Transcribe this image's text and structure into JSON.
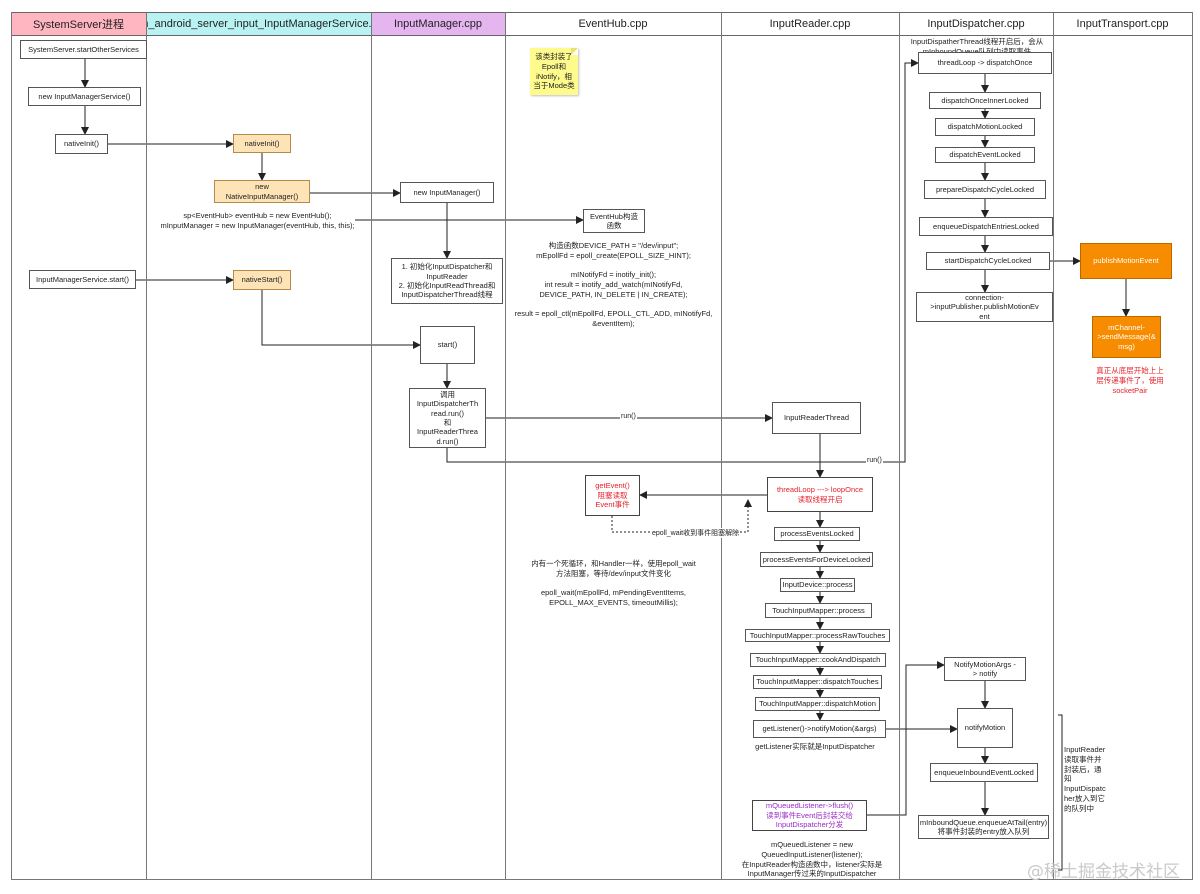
{
  "lanes": [
    {
      "title": "SystemServer进程",
      "color": "#ffb6c1"
    },
    {
      "title": "com_android_server_input_InputManagerService.cpp",
      "color": "#b9f2f2"
    },
    {
      "title": "InputManager.cpp",
      "color": "#e5b5f0"
    },
    {
      "title": "EventHub.cpp",
      "color": "#ffffff"
    },
    {
      "title": "InputReader.cpp",
      "color": "#ffffff"
    },
    {
      "title": "InputDispatcher.cpp",
      "color": "#ffffff"
    },
    {
      "title": "InputTransport.cpp",
      "color": "#ffffff"
    }
  ],
  "boxes": {
    "start_other_services": "SystemServer.startOtherServices",
    "new_ims": "new InputManagerService()",
    "native_init_call": "nativeInit()",
    "ims_start": "InputManagerService.start()",
    "native_init": "nativeInit()",
    "new_native_im": "new NativeInputManager()",
    "native_start": "nativeStart()",
    "new_input_manager": "new InputManager()",
    "init_steps": "1. 初始化InputDispatcher和\nInputReader\n2. 初始化InputReadThread和\nInputDispatcherThread线程",
    "start": "start()",
    "run_threads": "调用\nInputDispatcherTh\nread.run()\n和\nInputReaderThrea\nd.run()",
    "eventhub_ctor": "EventHub构造\n函数",
    "get_event": "getEvent()\n阻塞读取\nEvent事件",
    "reader_thread": "InputReaderThread",
    "thread_loop_reader": "threadLoop ---> loopOnce\n读取线程开启",
    "process_events_locked": "processEventsLocked",
    "process_events_for_device": "processEventsForDeviceLocked",
    "input_device_process": "InputDevice::process",
    "touch_process": "TouchInputMapper::process",
    "touch_raw": "TouchInputMapper::processRawTouches",
    "touch_cook": "TouchInputMapper::cookAndDispatch",
    "touch_dispatch": "TouchInputMapper::dispatchTouches",
    "touch_motion": "TouchInputMapper::dispatchMotion",
    "get_listener": "getListener()->notifyMotion(&args)",
    "queued_flush": "mQueuedListener->flush()\n读到事件Event后封装交给\nInputDispatcher分发",
    "thread_loop_dispatch": "threadLoop  -> dispatchOnce",
    "dispatch_once_inner": "dispatchOnceInnerLocked",
    "dispatch_motion_locked": "dispatchMotionLocked",
    "dispatch_event_locked": "dispatchEventLocked",
    "prepare_cycle": "prepareDispatchCycleLocked",
    "enqueue_entries": "enqueueDispatchEntriesLocked",
    "start_cycle": "startDispatchCycleLocked",
    "connection_publish": "connection-\n>inputPublisher.publishMotionEv\nent",
    "notify_motion_args": "NotifyMotionArgs -\n> notify",
    "notify_motion": "notifyMotion",
    "enqueue_inbound": "enqueueInboundEventLocked",
    "enqueue_at_tail": "mInboundQueue.enqueueAtTail(entry)\n将事件封装的entry放入队列",
    "publish_motion": "publishMotionEvent",
    "send_message": "mChannel-\n>sendMessage(&\nmsg)"
  },
  "notes": {
    "sticky": "该类封装了\nEpoll和\niNotify，相\n当于Mode类",
    "sp_eventhub": "sp<EventHub> eventHub = new EventHub();\nmInputManager = new InputManager(eventHub, this, this);",
    "eventhub_impl": "构造函数DEVICE_PATH = \"/dev/input\";\nmEpollFd = epoll_create(EPOLL_SIZE_HINT);\n\nmINotifyFd = inotify_init();\nint result = inotify_add_watch(mINotifyFd,\nDEVICE_PATH, IN_DELETE | IN_CREATE);\n\nresult = epoll_ctl(mEpollFd, EPOLL_CTL_ADD, mINotifyFd,\n&eventItem);",
    "epoll_loop": "内有一个死循环，和Handler一样，使用epoll_wait\n方法阻塞，等待/dev/input文件变化\n\nepoll_wait(mEpollFd, mPendingEventItems,\nEPOLL_MAX_EVENTS, timeoutMillis);",
    "get_listener_note": "getListener实际就是InputDispatcher",
    "queued_listener_note": "mQueuedListener = new\nQueuedInputListener(listener);\n在InputReader构造函数中，listener实际是\nInputManager传过来的InputDispatcher",
    "dispatcher_note": "InputDispatherThread线程开启后，会从\nmInboundQueue队列中读取事件",
    "transport_note": "真正从底层开始上上\n层传递事件了，使用\nsocketPair",
    "reader_note": "InputReader\n读取事件并\n封装后，通\n知\nInputDispatc\nher放入到它\n的队列中"
  },
  "edge_labels": {
    "run_reader": "run()",
    "run_dispatcher": "run()",
    "epoll_wait": "epoll_wait收到事件阻塞解除"
  },
  "watermark": "@稀土掘金技术社区"
}
